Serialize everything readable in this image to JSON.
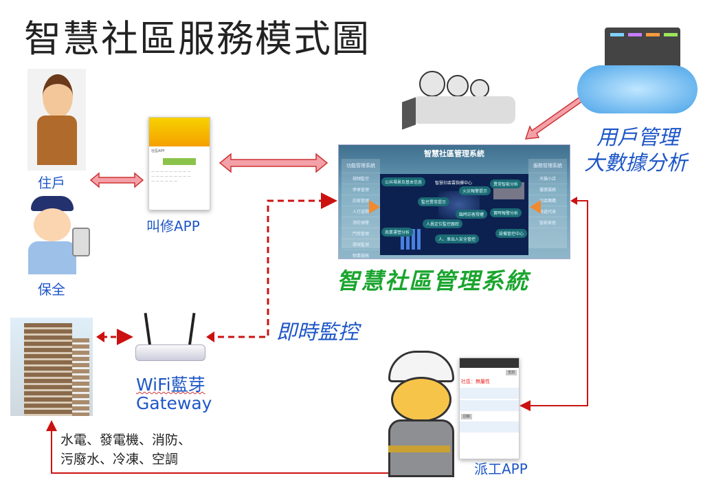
{
  "title": "智慧社區服務模式圖",
  "labels": {
    "resident": "住戶",
    "guard": "保全",
    "repair_app": "叫修APP",
    "user_mgmt": "用戶管理",
    "big_data": "大數據分析",
    "system": "智慧社區管理系統",
    "monitor": "即時監控",
    "gateway_line1": "WiFi藍芽",
    "gateway_line2": "Gateway",
    "facilities_line1": "水電、發電機、消防、",
    "facilities_line2": "污廢水、冷凍、空調",
    "dispatch_app": "派工APP"
  },
  "dashboard": {
    "title": "智慧社區管理系統",
    "left_title": "功能管理系統",
    "left_items": [
      "視頻監控",
      "停車管理",
      "訪客管理",
      "人行道閘",
      "消防預警",
      "門禁管理",
      "環境監測",
      "物業服務"
    ],
    "right_title": "服務管理系統",
    "right_items": [
      "天貓小店",
      "優惠服務",
      "社區團購",
      "快遞代收",
      "智能家居"
    ],
    "center_title": "智慧社區雲指揮中心",
    "tags": [
      "公共場景及基本信息",
      "火災報警提示",
      "監控異常提示",
      "臨時訪客授權",
      "人員定位監控跟踪",
      "實時報警分析",
      "商業運營分析",
      "人、車出入安全管控",
      "設備管控中心",
      "異常智能分析"
    ]
  },
  "repair_app_screen": {
    "app_name": "社區APP"
  },
  "dispatch_app_screen": {
    "query": "查詢",
    "community": "社區：無屬性",
    "reply": "回報"
  },
  "colors": {
    "blue": "#1e56c8",
    "green": "#1aa52e",
    "red": "#cc1111",
    "pink": "#f4a0a8"
  }
}
